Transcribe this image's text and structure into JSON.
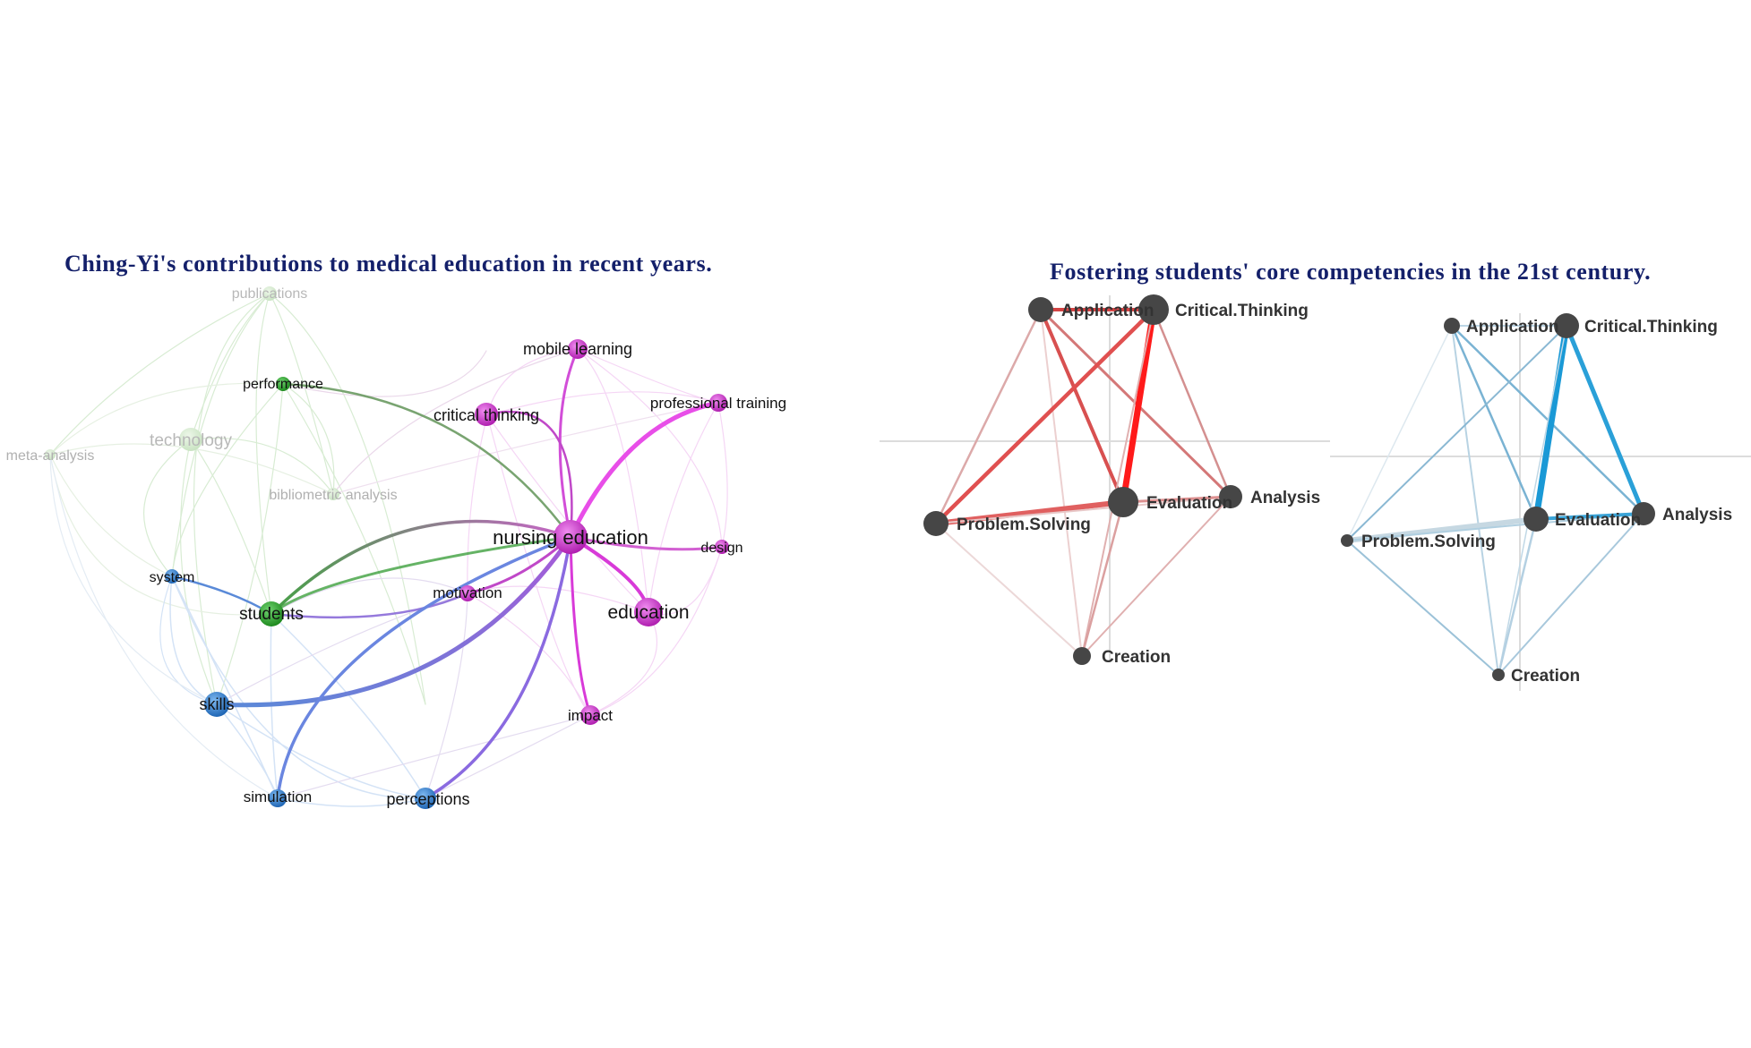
{
  "left_panel": {
    "title": "Ching-Yi's  contributions  to medical education in recent years.",
    "nodes": [
      {
        "id": "publications",
        "label": "publications",
        "cluster": "green",
        "faded": true
      },
      {
        "id": "performance",
        "label": "performance",
        "cluster": "green",
        "faded": false
      },
      {
        "id": "technology",
        "label": "technology",
        "cluster": "green",
        "faded": true
      },
      {
        "id": "meta-analysis",
        "label": "meta-analysis",
        "cluster": "green",
        "faded": true
      },
      {
        "id": "bibliometric-analysis",
        "label": "bibliometric analysis",
        "cluster": "green",
        "faded": true
      },
      {
        "id": "students",
        "label": "students",
        "cluster": "green",
        "faded": false
      },
      {
        "id": "system",
        "label": "system",
        "cluster": "blue",
        "faded": false
      },
      {
        "id": "skills",
        "label": "skills",
        "cluster": "blue",
        "faded": false
      },
      {
        "id": "simulation",
        "label": "simulation",
        "cluster": "blue",
        "faded": false
      },
      {
        "id": "perceptions",
        "label": "perceptions",
        "cluster": "blue",
        "faded": false
      },
      {
        "id": "mobile-learning",
        "label": "mobile learning",
        "cluster": "magenta",
        "faded": false
      },
      {
        "id": "critical-thinking",
        "label": "critical thinking",
        "cluster": "magenta",
        "faded": false
      },
      {
        "id": "professional-training",
        "label": "professional training",
        "cluster": "magenta",
        "faded": false
      },
      {
        "id": "nursing-education",
        "label": "nursing education",
        "cluster": "magenta",
        "faded": false
      },
      {
        "id": "design",
        "label": "design",
        "cluster": "magenta",
        "faded": false
      },
      {
        "id": "motivation",
        "label": "motivation",
        "cluster": "magenta",
        "faded": false
      },
      {
        "id": "education",
        "label": "education",
        "cluster": "magenta",
        "faded": false
      },
      {
        "id": "impact",
        "label": "impact",
        "cluster": "magenta",
        "faded": false
      }
    ],
    "colors": {
      "green": "#2ca02c",
      "blue": "#2f7fd1",
      "magenta": "#d43fd4",
      "faded_green": "#c9e3c2"
    }
  },
  "right_panel": {
    "title": "Fostering students'  core competencies  in the 21st century.",
    "networks": [
      {
        "color": "#d93a3a",
        "nodes": [
          {
            "id": "application",
            "label": "Application"
          },
          {
            "id": "critical-thinking",
            "label": "Critical.Thinking"
          },
          {
            "id": "analysis",
            "label": "Analysis"
          },
          {
            "id": "evaluation",
            "label": "Evaluation"
          },
          {
            "id": "problem-solving",
            "label": "Problem.Solving"
          },
          {
            "id": "creation",
            "label": "Creation"
          }
        ]
      },
      {
        "color": "#2a93cc",
        "nodes": [
          {
            "id": "application",
            "label": "Application"
          },
          {
            "id": "critical-thinking",
            "label": "Critical.Thinking"
          },
          {
            "id": "analysis",
            "label": "Analysis"
          },
          {
            "id": "evaluation",
            "label": "Evaluation"
          },
          {
            "id": "problem-solving",
            "label": "Problem.Solving"
          },
          {
            "id": "creation",
            "label": "Creation"
          }
        ]
      }
    ]
  }
}
